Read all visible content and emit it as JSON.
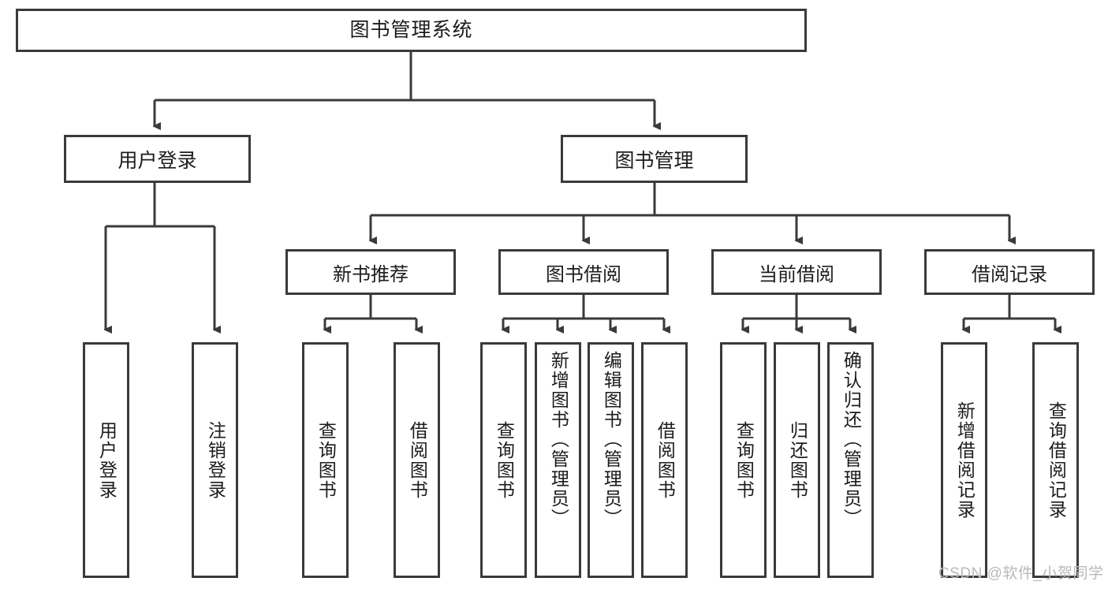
{
  "diagram": {
    "type": "tree-hierarchy",
    "title_node": {
      "label": "图书管理系统"
    },
    "level2": [
      {
        "id": "user-login",
        "label": "用户登录"
      },
      {
        "id": "book-management",
        "label": "图书管理"
      }
    ],
    "level3": [
      {
        "id": "new-book-recommend",
        "label": "新书推荐"
      },
      {
        "id": "book-borrow",
        "label": "图书借阅"
      },
      {
        "id": "current-borrow",
        "label": "当前借阅"
      },
      {
        "id": "borrow-record",
        "label": "借阅记录"
      }
    ],
    "leaves": [
      {
        "id": "leaf-user-login",
        "label": "用户登录",
        "parent": "user-login"
      },
      {
        "id": "leaf-logout-login",
        "label": "注销登录",
        "parent": "user-login"
      },
      {
        "id": "leaf-query-book-1",
        "label": "查询图书",
        "parent": "new-book-recommend"
      },
      {
        "id": "leaf-borrow-book-1",
        "label": "借阅图书",
        "parent": "new-book-recommend"
      },
      {
        "id": "leaf-query-book-2",
        "label": "查询图书",
        "parent": "book-borrow"
      },
      {
        "id": "leaf-add-book",
        "label": "新增图书（管理员）",
        "parent": "book-borrow"
      },
      {
        "id": "leaf-edit-book",
        "label": "编辑图书（管理员）",
        "parent": "book-borrow"
      },
      {
        "id": "leaf-borrow-book-2",
        "label": "借阅图书",
        "parent": "book-borrow"
      },
      {
        "id": "leaf-query-book-3",
        "label": "查询图书",
        "parent": "current-borrow"
      },
      {
        "id": "leaf-return-book",
        "label": "归还图书",
        "parent": "current-borrow"
      },
      {
        "id": "leaf-confirm-return",
        "label": "确认归还（管理员）",
        "parent": "current-borrow"
      },
      {
        "id": "leaf-add-record",
        "label": "新增借阅记录",
        "parent": "borrow-record"
      },
      {
        "id": "leaf-query-record",
        "label": "查询借阅记录",
        "parent": "borrow-record"
      }
    ],
    "colors": {
      "border": "#3a3a3a",
      "text": "#1c1c1c",
      "background": "#ffffff",
      "watermark": "#b9b9b9"
    }
  },
  "watermark": {
    "text": "CSDN @软件_小贺同学"
  }
}
